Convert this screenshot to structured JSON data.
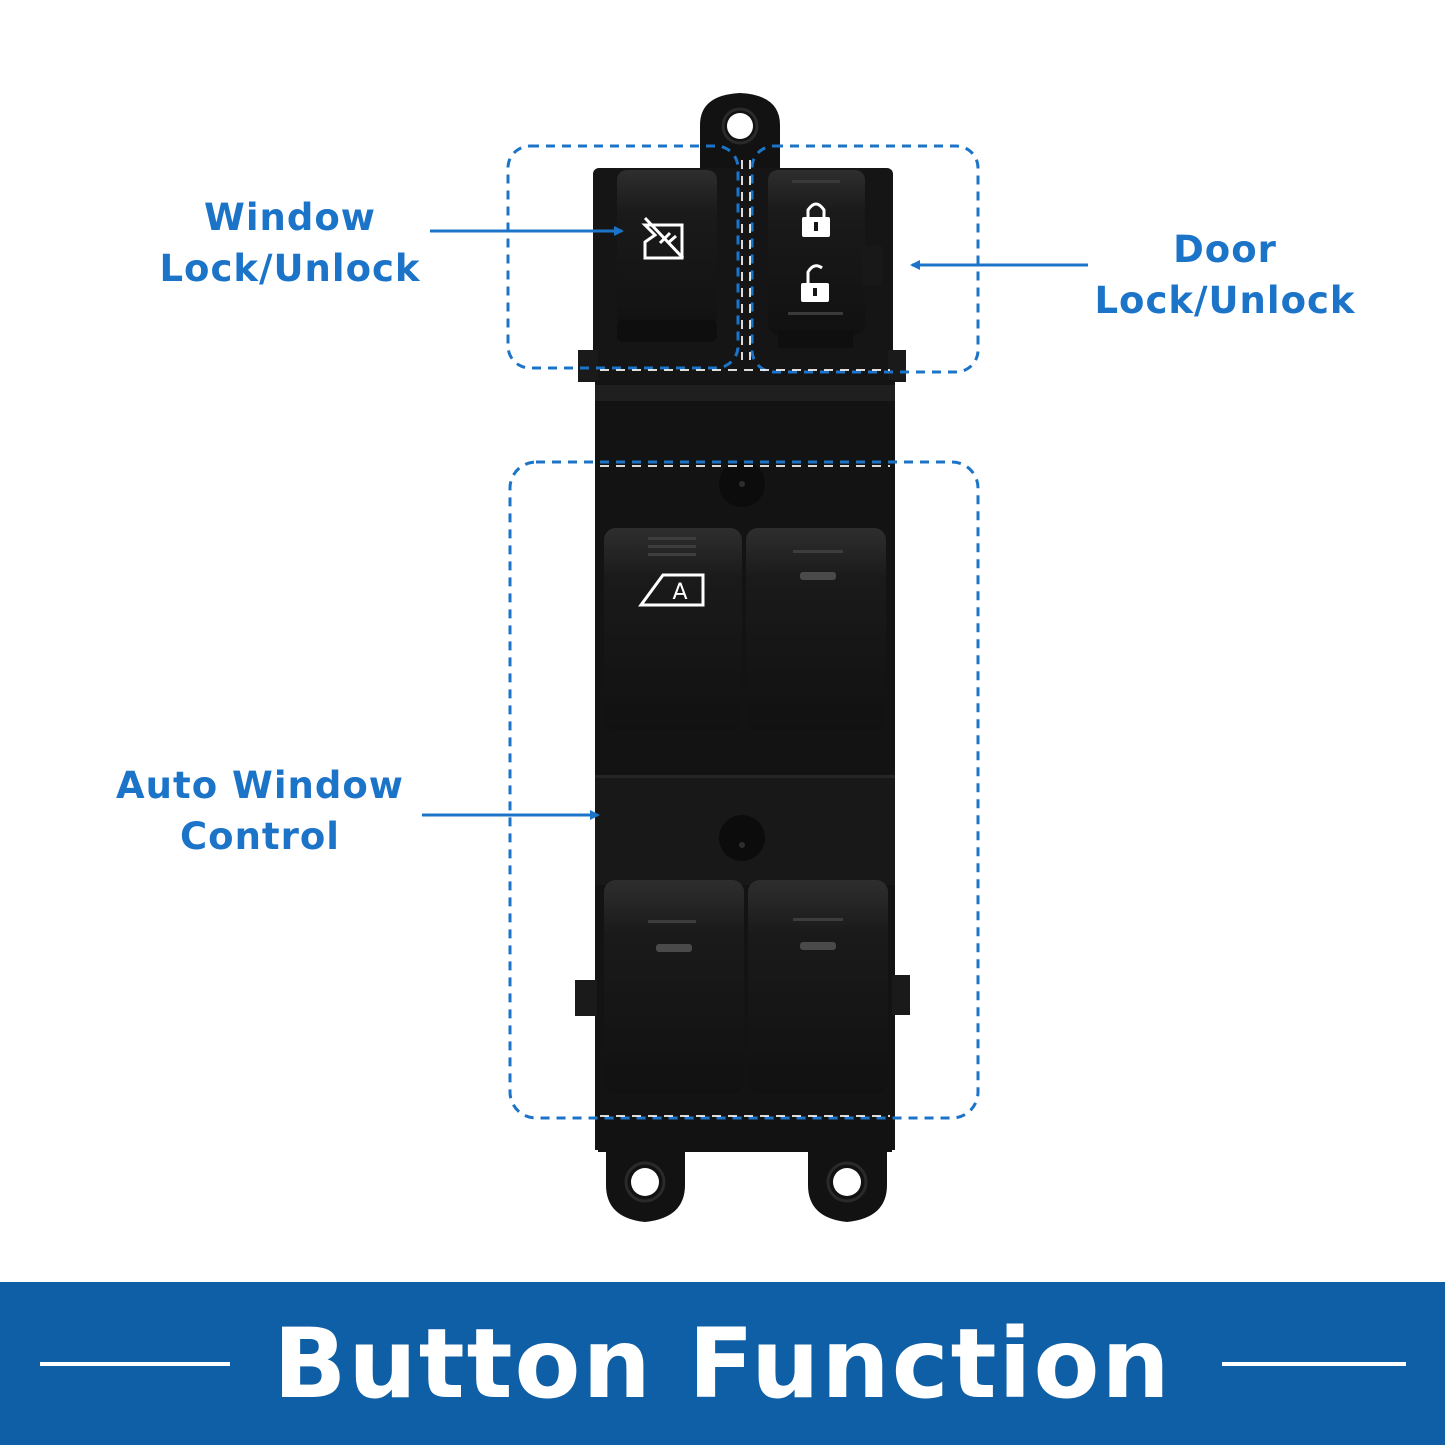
{
  "callouts": {
    "window_lock": [
      "Window",
      "Lock/Unlock"
    ],
    "door_lock": [
      "Door",
      "Lock/Unlock"
    ],
    "auto_window": [
      "Auto Window",
      "Control"
    ]
  },
  "switch_glyphs": {
    "auto_window_letter": "A"
  },
  "banner": {
    "title": "Button Function"
  },
  "colors": {
    "accent": "#1c74c9",
    "banner_bg": "#0f5fa6",
    "switch_body": "#141414"
  }
}
